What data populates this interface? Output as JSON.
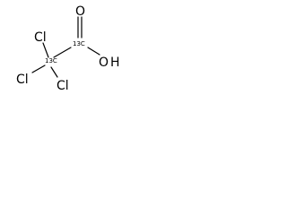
{
  "atoms": {
    "oxygen_carbonyl": "O",
    "oxygen_hydroxyl": "O",
    "hydrogen": "H",
    "chlorine_1": "Cl",
    "chlorine_2": "Cl",
    "chlorine_3": "Cl"
  },
  "isotope_labels": {
    "carboxyl_carbon": "13C",
    "alpha_carbon": "13C"
  },
  "colors": {
    "ink": "#000000",
    "background": "#ffffff"
  }
}
